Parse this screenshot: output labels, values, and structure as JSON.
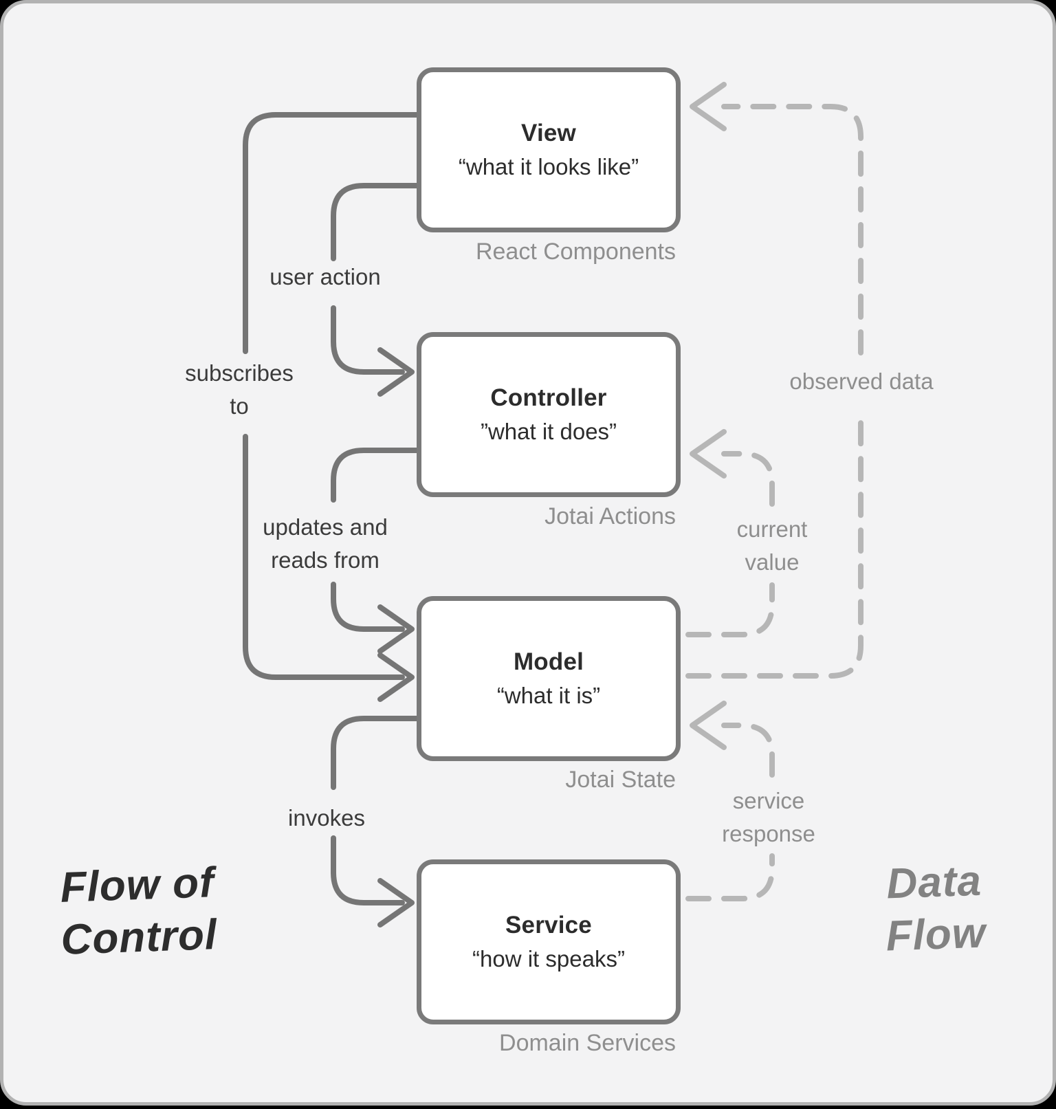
{
  "colors": {
    "outer-bg": "#000000",
    "canvas-bg": "#f3f3f4",
    "card-border": "#b2b2b2",
    "box-bg": "#ffffff",
    "box-border": "#7a7a7a",
    "solid-line": "#757575",
    "dashed-line": "#b6b6b6",
    "title-text": "#2c2c2c",
    "label-text": "#3b3b3b",
    "muted-text": "#8e8e8e"
  },
  "boxes": {
    "view": {
      "title": "View",
      "subtitle": "“what it looks like”",
      "caption": "React Components"
    },
    "controller": {
      "title": "Controller",
      "subtitle": "”what it does”",
      "caption": "Jotai Actions"
    },
    "model": {
      "title": "Model",
      "subtitle": "“what it is”",
      "caption": "Jotai State"
    },
    "service": {
      "title": "Service",
      "subtitle": "“how it speaks”",
      "caption": "Domain Services"
    }
  },
  "control_flow": {
    "subscribes": {
      "line1": "subscribes",
      "line2": "to"
    },
    "user_action": {
      "line1": "user action"
    },
    "updates": {
      "line1": "updates and",
      "line2": "reads from"
    },
    "invokes": {
      "line1": "invokes"
    }
  },
  "data_flow": {
    "observed": {
      "line1": "observed data"
    },
    "current": {
      "line1": "current",
      "line2": "value"
    },
    "service_response": {
      "line1": "service",
      "line2": "response"
    }
  },
  "corner_labels": {
    "left": {
      "line1": "Flow of",
      "line2": "Control"
    },
    "right": {
      "line1": "Data",
      "line2": "Flow"
    }
  }
}
